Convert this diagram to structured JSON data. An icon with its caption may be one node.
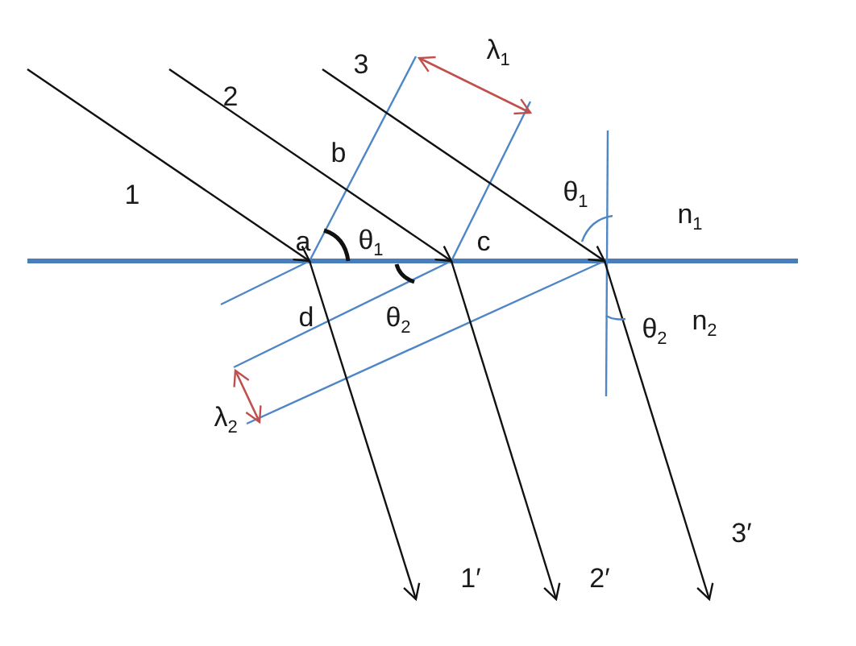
{
  "diagram": {
    "labels": [
      "3",
      "λ$_{1}$",
      "2",
      "b",
      "1",
      "θ$_{1}$",
      "n$_{1}$",
      "a",
      "θ$_{1}$",
      "c",
      "d",
      "θ$_{2}$",
      "θ$_{2}$",
      "n$_{2}$",
      "λ$_{2}$",
      "3′",
      "1′",
      "2′"
    ]
  }
}
